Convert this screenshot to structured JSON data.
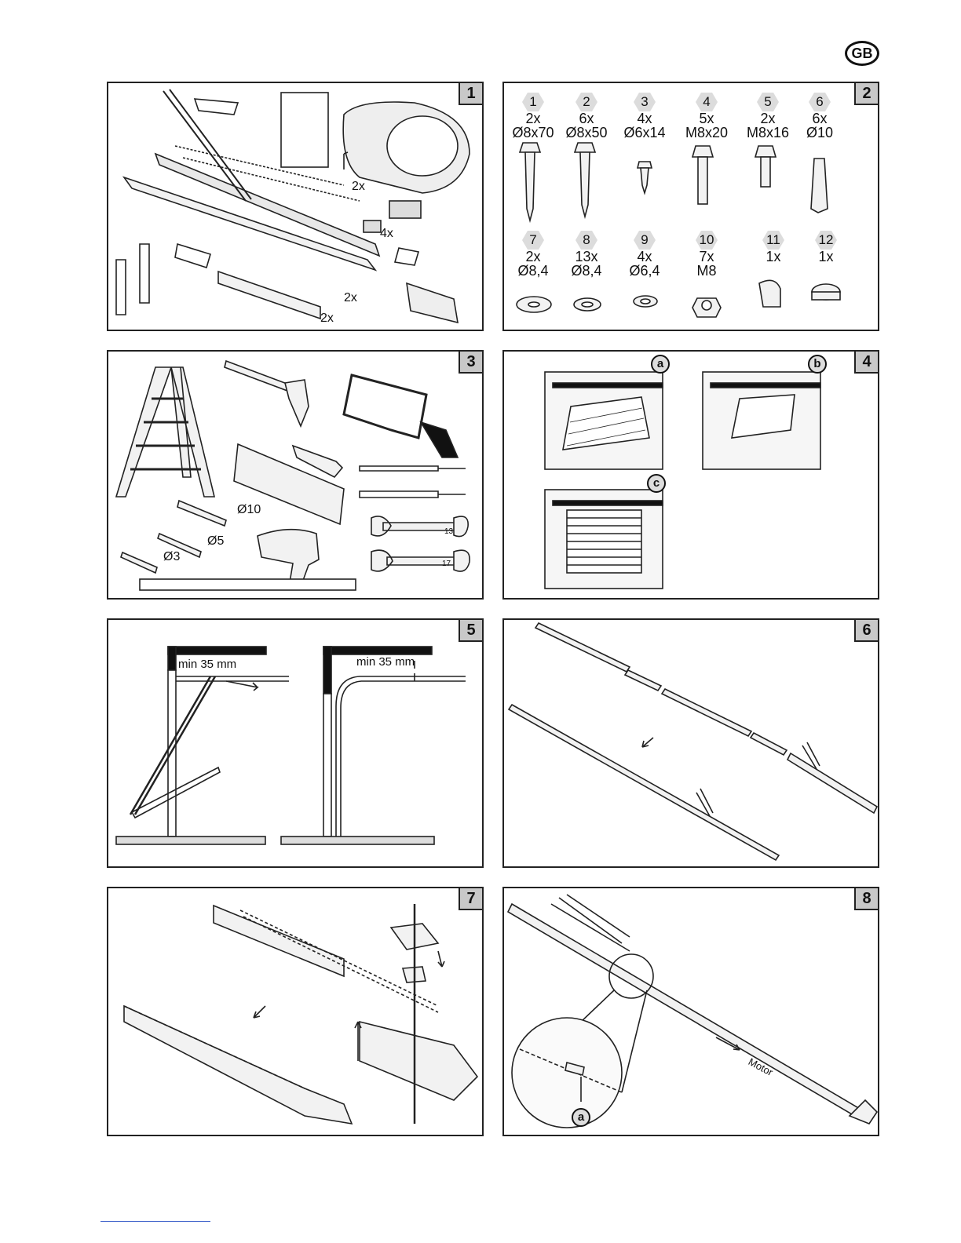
{
  "language_badge": "GB",
  "panels": [
    {
      "number": "1",
      "labels": [
        "2x",
        "4x",
        "2x",
        "2x"
      ]
    },
    {
      "number": "2",
      "hardware_row1": [
        {
          "n": "1",
          "qty": "2x",
          "size": "Ø8x70"
        },
        {
          "n": "2",
          "qty": "6x",
          "size": "Ø8x50"
        },
        {
          "n": "3",
          "qty": "4x",
          "size": "Ø6x14"
        },
        {
          "n": "4",
          "qty": "5x",
          "size": "M8x20"
        },
        {
          "n": "5",
          "qty": "2x",
          "size": "M8x16"
        },
        {
          "n": "6",
          "qty": "6x",
          "size": "Ø10"
        }
      ],
      "hardware_row2": [
        {
          "n": "7",
          "qty": "2x",
          "size": "Ø8,4"
        },
        {
          "n": "8",
          "qty": "13x",
          "size": "Ø8,4"
        },
        {
          "n": "9",
          "qty": "4x",
          "size": "Ø6,4"
        },
        {
          "n": "10",
          "qty": "7x",
          "size": "M8"
        },
        {
          "n": "11",
          "qty": "1x",
          "size": ""
        },
        {
          "n": "12",
          "qty": "1x",
          "size": ""
        }
      ]
    },
    {
      "number": "3",
      "labels": [
        "Ø10",
        "Ø5",
        "Ø3",
        "13",
        "17"
      ]
    },
    {
      "number": "4",
      "labels": [
        "a",
        "b",
        "c"
      ]
    },
    {
      "number": "5",
      "labels": [
        "min 35 mm",
        "min 35 mm"
      ]
    },
    {
      "number": "6"
    },
    {
      "number": "7"
    },
    {
      "number": "8",
      "labels": [
        "a",
        "Motor"
      ]
    }
  ]
}
